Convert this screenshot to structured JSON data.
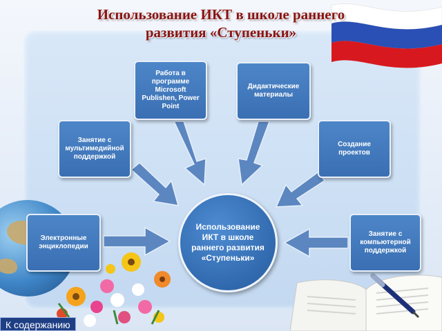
{
  "title": {
    "line1": "Использование ИКТ  в  школе раннего",
    "line2": "развития  «Ступеньки»"
  },
  "center": {
    "label": "Использование ИКТ  в  школе раннего развития «Ступеньки»"
  },
  "nodes": {
    "publisher": "Работа в программе Microsoft Publishen, Power Point",
    "didactic": "Дидактические материалы",
    "multimedia_lesson": "Занятие  с мультимедийной поддержкой",
    "projects": "Создание проектов",
    "encyclopedias": "Электронные энциклопедии",
    "computer_lesson": "Занятие  с компьютерной поддержкой"
  },
  "nav": {
    "contents_button": "К содержанию"
  },
  "colors": {
    "title": "#8a1414",
    "box": "#3f76b9",
    "arrow": "#5b86c0",
    "nav_button": "#1f3f85"
  },
  "icons": [
    "russian-flag-icon",
    "globe-icon",
    "open-book-icon",
    "pen-icon",
    "flowers-icon"
  ]
}
